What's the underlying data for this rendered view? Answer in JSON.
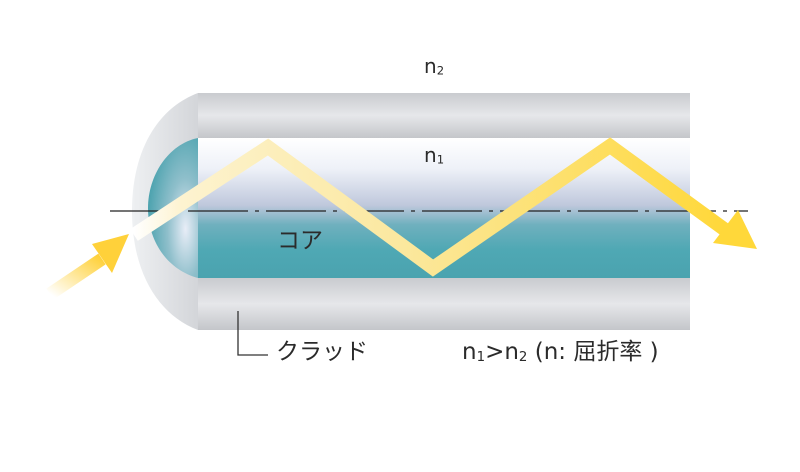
{
  "labels": {
    "n2_base": "n",
    "n2_sub": "2",
    "n1_base": "n",
    "n1_sub": "1",
    "core": "コア",
    "cladding": "クラッド",
    "relation": {
      "a_base": "n",
      "a_sub": "1",
      "gt": ">",
      "b_base": "n",
      "b_sub": "2",
      "note": " (n: 屈折率 )"
    }
  },
  "colors": {
    "core": "#4fa8b4",
    "cladding": "#d6d8dc",
    "ray": "#ffd13a",
    "axis": "#222222",
    "text": "#2b2b2b"
  }
}
